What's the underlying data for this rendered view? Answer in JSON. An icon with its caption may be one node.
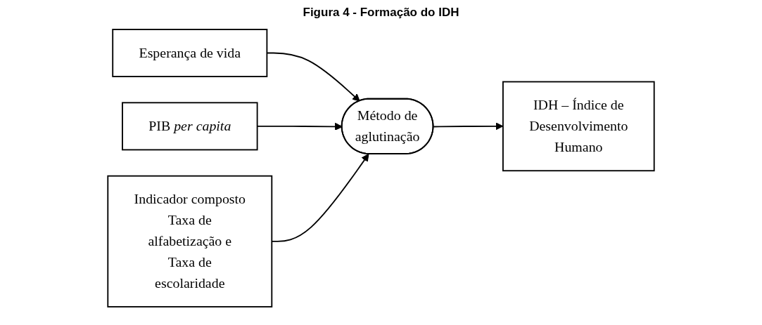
{
  "diagram": {
    "title": "Figura 4 - Formação do IDH",
    "nodes": [
      {
        "text": [
          "Esperança de vida"
        ]
      },
      {
        "text": [
          "PIB *per capita*"
        ]
      },
      {
        "text": [
          "Indicador composto Taxa de alfabetização e Taxa de escolaridade"
        ]
      },
      {
        "text": [
          "Método de aglutinação"
        ]
      },
      {
        "text": [
          "IDH – Índice de Desenvolvimento Humano"
        ]
      }
    ],
    "edges": [
      {
        "from": 0,
        "to": 3,
        "arrow": "to"
      },
      {
        "from": 1,
        "to": 3,
        "arrow": "to"
      },
      {
        "from": 2,
        "to": 3,
        "arrow": "to"
      },
      {
        "from": 3,
        "to": 4,
        "arrow": "to"
      }
    ]
  }
}
